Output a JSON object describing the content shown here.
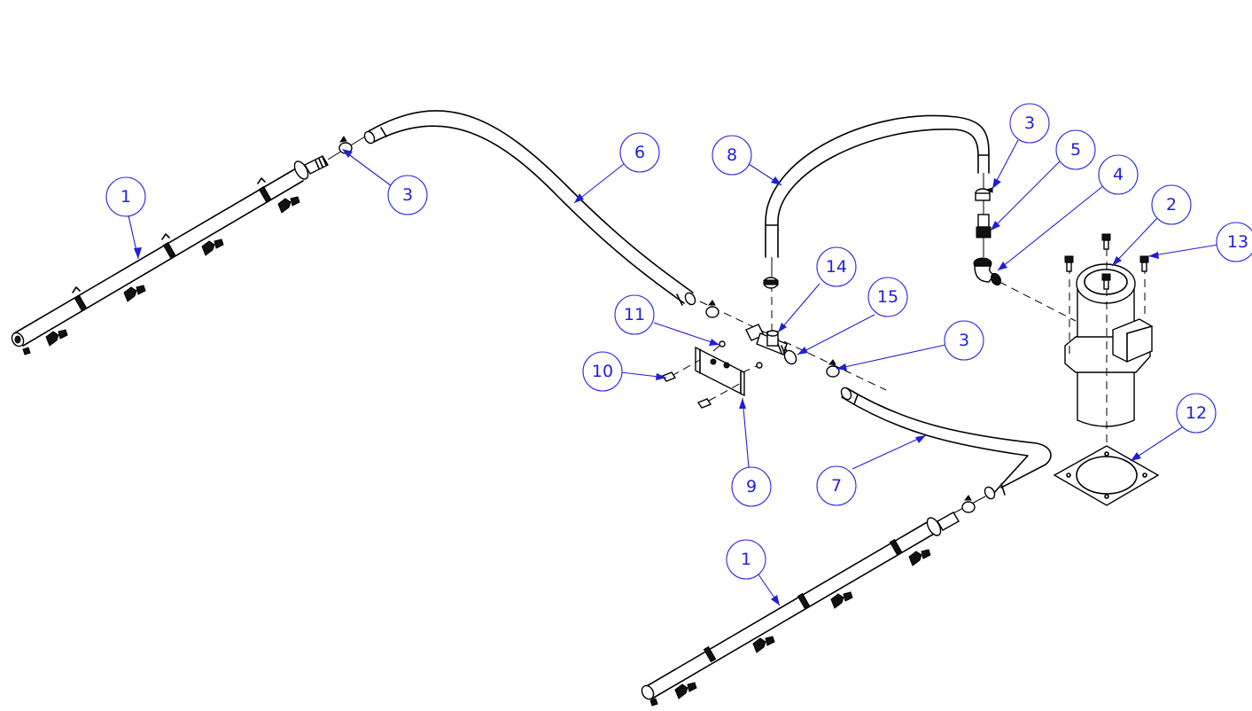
{
  "drawing": {
    "title": "Exploded assembly view",
    "callout_color": "#2020e0",
    "line_color": "#000000",
    "background": "#ffffff"
  },
  "balloons": [
    {
      "id": "b1a",
      "label": "1",
      "part": "spray-bar-left"
    },
    {
      "id": "b3a",
      "label": "3",
      "part": "hose-clamp"
    },
    {
      "id": "b6",
      "label": "6",
      "part": "hose-left"
    },
    {
      "id": "b8",
      "label": "8",
      "part": "hose-top-arch"
    },
    {
      "id": "b3b",
      "label": "3",
      "part": "hose-clamp"
    },
    {
      "id": "b5",
      "label": "5",
      "part": "hose-barb-fitting"
    },
    {
      "id": "b4",
      "label": "4",
      "part": "elbow-fitting"
    },
    {
      "id": "b2",
      "label": "2",
      "part": "pump-motor"
    },
    {
      "id": "b13",
      "label": "13",
      "part": "cap-screw"
    },
    {
      "id": "b14",
      "label": "14",
      "part": "tee-fitting"
    },
    {
      "id": "b15",
      "label": "15",
      "part": "hose-barb-tee"
    },
    {
      "id": "b11",
      "label": "11",
      "part": "screw"
    },
    {
      "id": "b10",
      "label": "10",
      "part": "standoff"
    },
    {
      "id": "b3c",
      "label": "3",
      "part": "hose-clamp"
    },
    {
      "id": "b12",
      "label": "12",
      "part": "gasket-plate"
    },
    {
      "id": "b9",
      "label": "9",
      "part": "mounting-bracket"
    },
    {
      "id": "b7",
      "label": "7",
      "part": "hose-right"
    },
    {
      "id": "b1b",
      "label": "1",
      "part": "spray-bar-right"
    }
  ]
}
